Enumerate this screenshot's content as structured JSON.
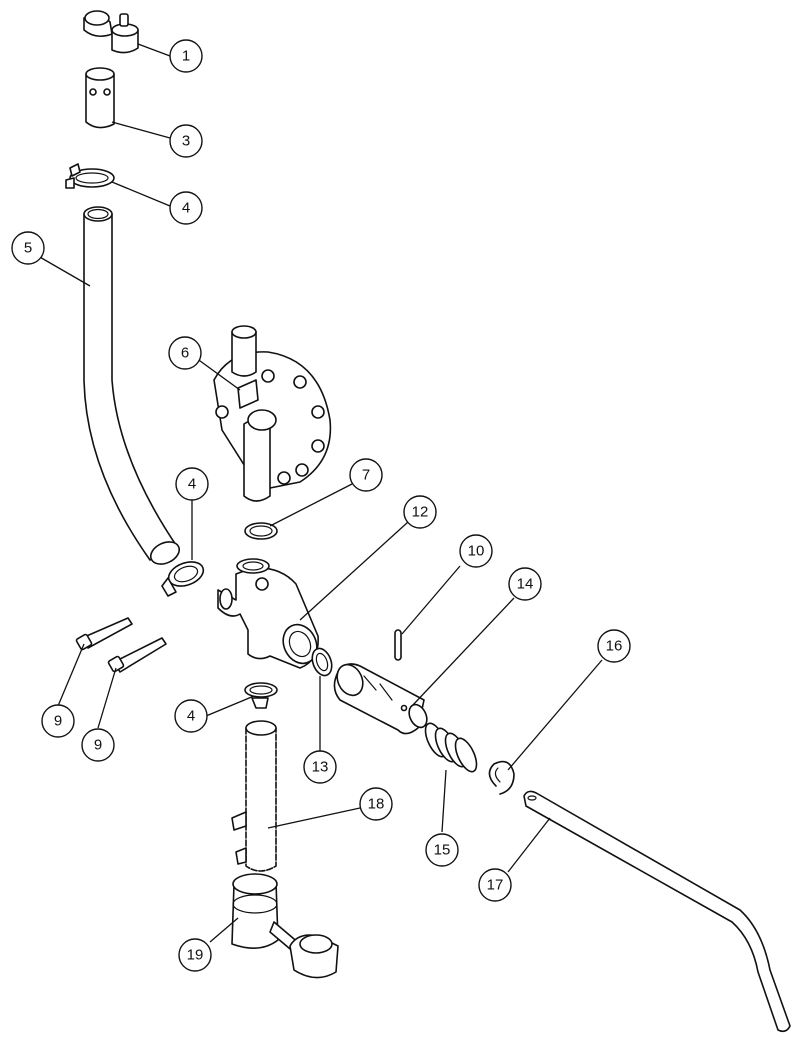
{
  "callouts": [
    {
      "id": "c1",
      "label": "1"
    },
    {
      "id": "c3",
      "label": "3"
    },
    {
      "id": "c4a",
      "label": "4"
    },
    {
      "id": "c5",
      "label": "5"
    },
    {
      "id": "c6",
      "label": "6"
    },
    {
      "id": "c4b",
      "label": "4"
    },
    {
      "id": "c7",
      "label": "7"
    },
    {
      "id": "c12",
      "label": "12"
    },
    {
      "id": "c10",
      "label": "10"
    },
    {
      "id": "c14",
      "label": "14"
    },
    {
      "id": "c16",
      "label": "16"
    },
    {
      "id": "c9a",
      "label": "9"
    },
    {
      "id": "c9b",
      "label": "9"
    },
    {
      "id": "c4c",
      "label": "4"
    },
    {
      "id": "c13",
      "label": "13"
    },
    {
      "id": "c18",
      "label": "18"
    },
    {
      "id": "c15",
      "label": "15"
    },
    {
      "id": "c17",
      "label": "17"
    },
    {
      "id": "c19",
      "label": "19"
    }
  ]
}
